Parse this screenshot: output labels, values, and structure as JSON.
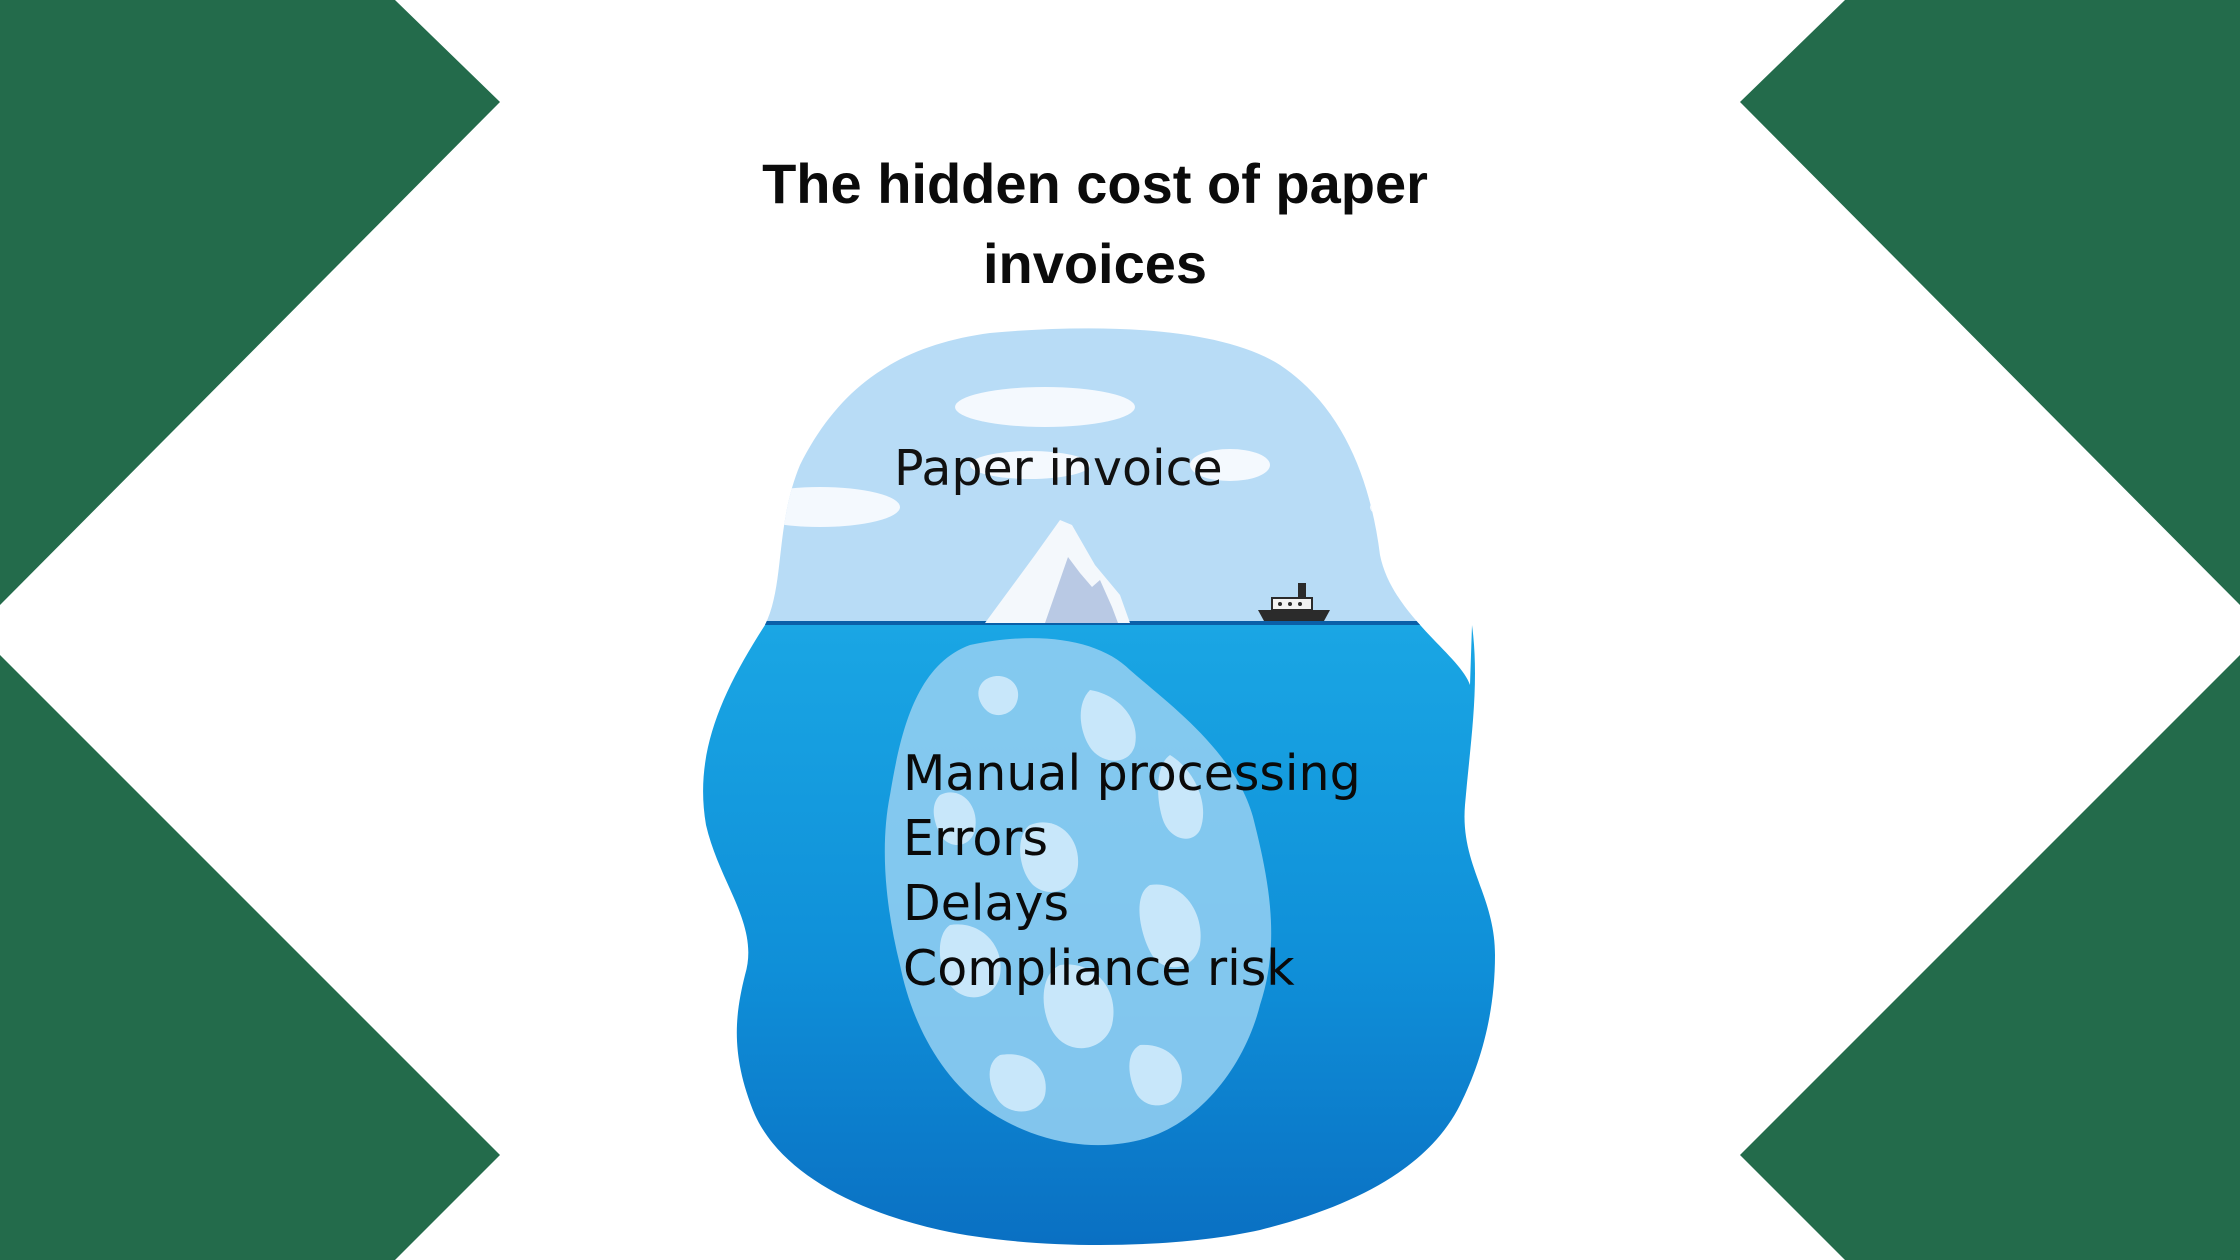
{
  "colors": {
    "accent_green": "#236b4b",
    "sky": "#b8dcf6",
    "water_top": "#1aa6e4",
    "water_bottom": "#0a72c4",
    "ice": "#f4f8fc",
    "text": "#0b0b0b"
  },
  "slide": {
    "title": "The hidden cost of paper invoices",
    "above_water_label": "Paper invoice",
    "below_water_items": [
      "Manual processing",
      "Errors",
      "Delays",
      "Compliance risk"
    ]
  },
  "illustration": {
    "icon": "iceberg-illustration",
    "ship_icon": "ship-icon"
  }
}
